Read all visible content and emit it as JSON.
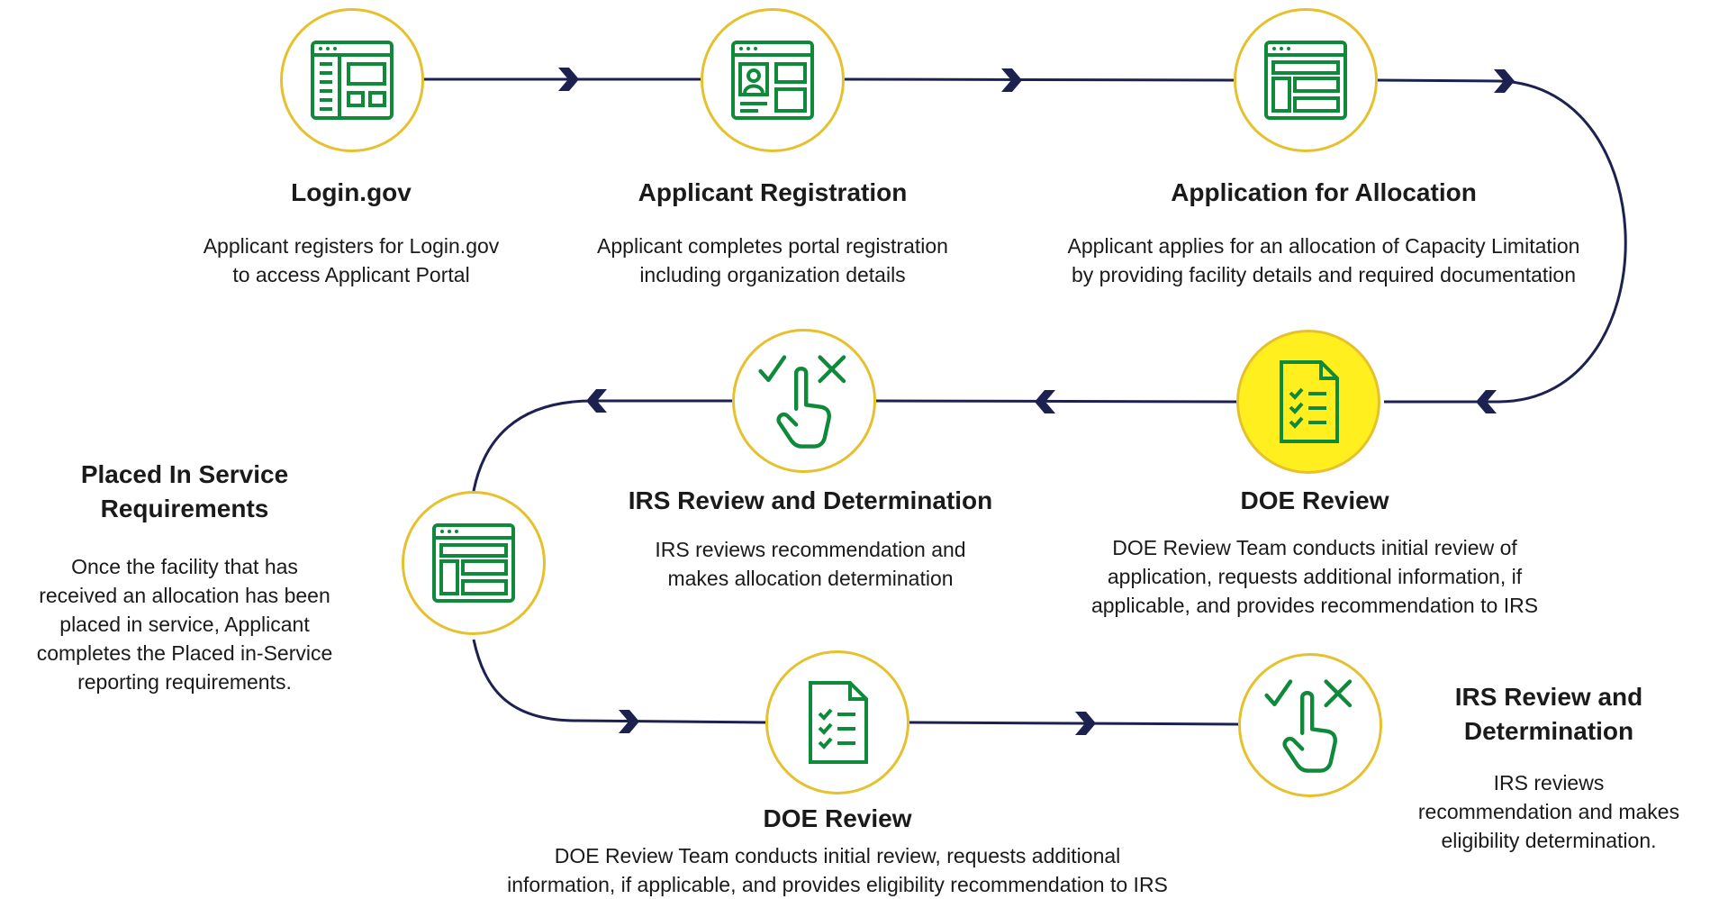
{
  "colors": {
    "connector": "#1c2150",
    "icon": "#0e8a3a",
    "ring": "#e6c12e",
    "highlight": "#ffef1f"
  },
  "steps": [
    {
      "title": "Login.gov",
      "desc_lines": [
        "Applicant registers for Login.gov",
        "to access Applicant Portal"
      ],
      "icon": "sidebar-window-icon"
    },
    {
      "title": "Applicant Registration",
      "desc_lines": [
        "Applicant completes portal registration",
        "including organization details"
      ],
      "icon": "profile-window-icon"
    },
    {
      "title": "Application for Allocation",
      "desc_lines": [
        "Applicant applies for an allocation of Capacity Limitation",
        "by providing facility details and required documentation"
      ],
      "icon": "form-window-icon"
    },
    {
      "title": "DOE Review",
      "desc_lines": [
        "DOE Review Team conducts initial review of",
        "application, requests additional information, if",
        "applicable, and provides recommendation to IRS"
      ],
      "icon": "checklist-document-icon",
      "highlighted": true
    },
    {
      "title": "IRS Review and Determination",
      "desc_lines": [
        "IRS reviews recommendation and",
        "makes allocation determination"
      ],
      "icon": "approve-reject-hand-icon"
    },
    {
      "title_lines": [
        "Placed In Service",
        "Requirements"
      ],
      "desc_lines": [
        "Once the facility that has",
        "received an allocation has been",
        "placed in service, Applicant",
        "completes the Placed in-Service",
        "reporting requirements."
      ],
      "icon": "form-window-icon"
    },
    {
      "title": "DOE Review",
      "desc_lines": [
        "DOE Review Team conducts initial review, requests additional",
        "information, if applicable, and provides eligibility recommendation to IRS"
      ],
      "icon": "checklist-document-icon"
    },
    {
      "title_lines": [
        "IRS Review and",
        "Determination"
      ],
      "desc_lines": [
        "IRS reviews",
        "recommendation and makes",
        "eligibility determination."
      ],
      "icon": "approve-reject-hand-icon"
    }
  ]
}
